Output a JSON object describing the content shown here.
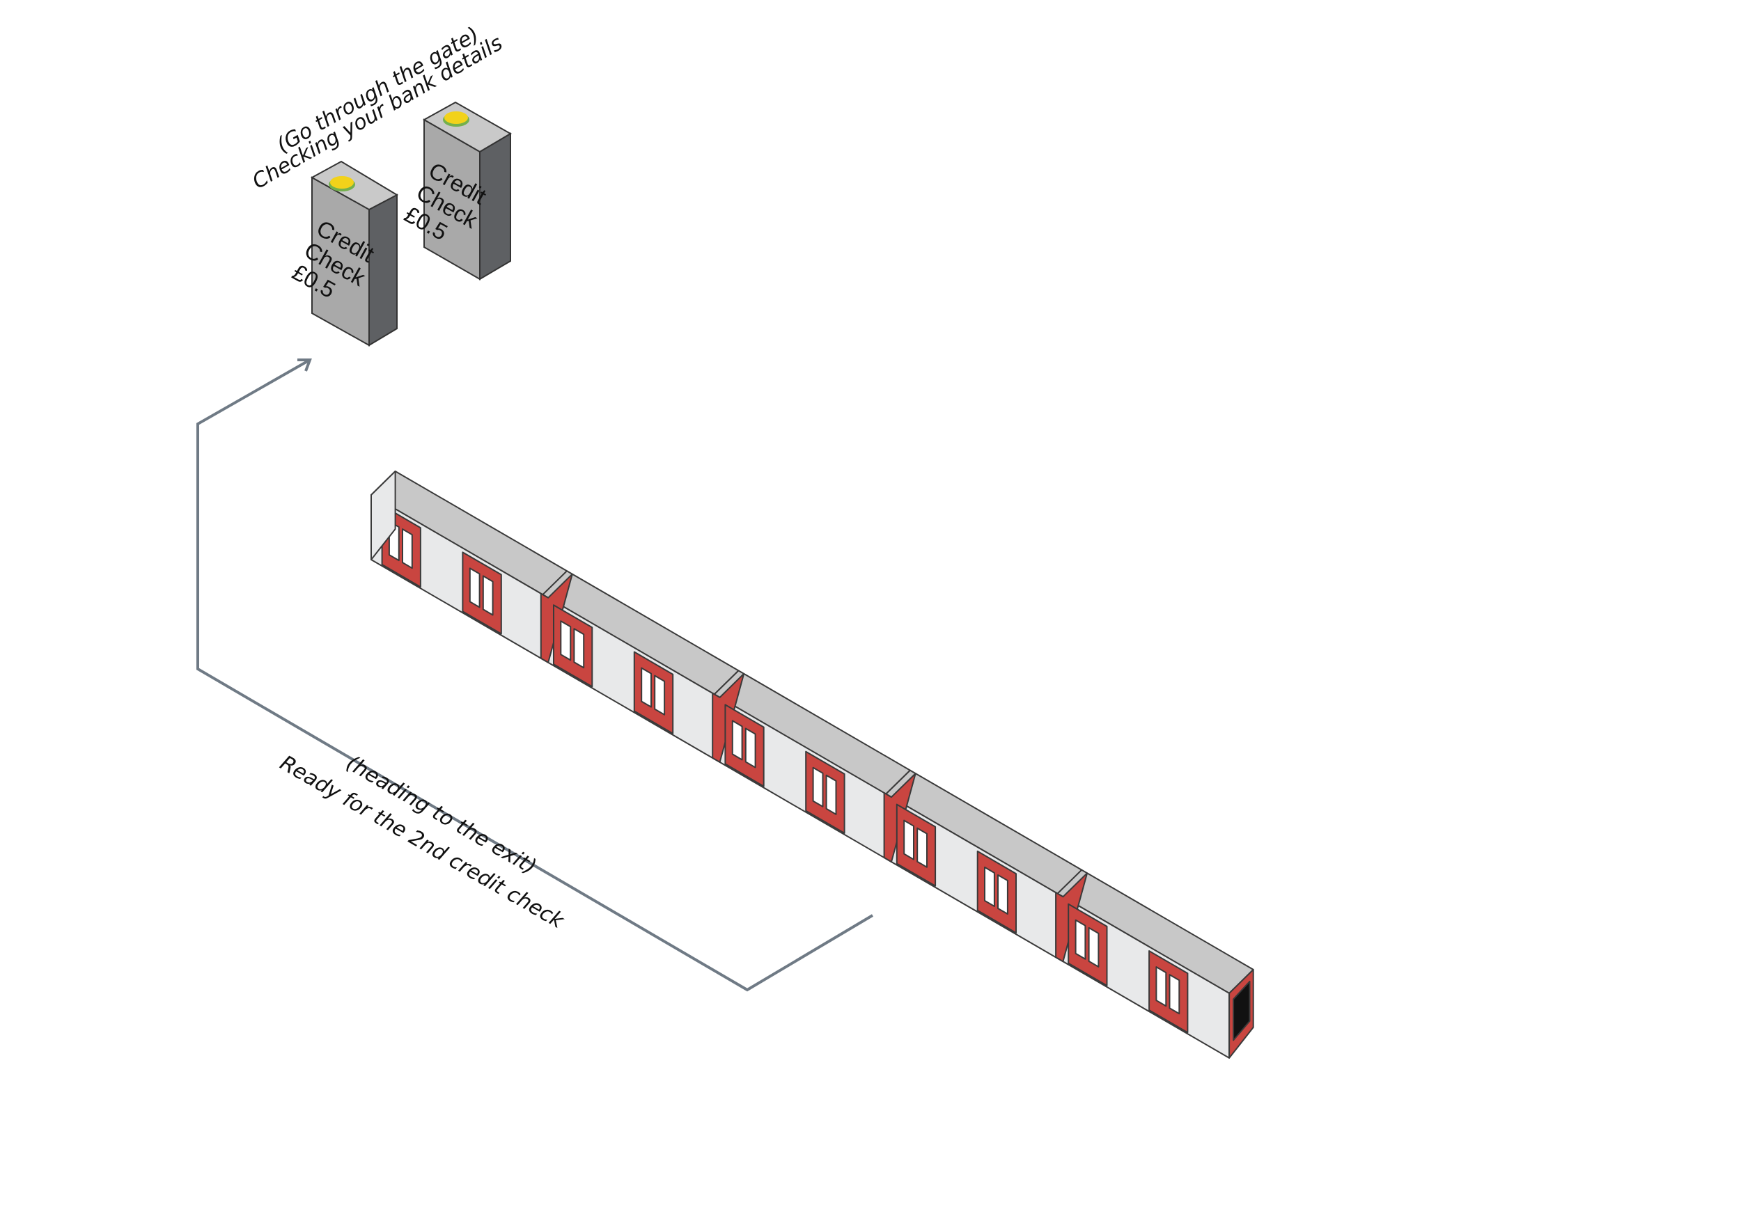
{
  "diagram": {
    "gate_caption": {
      "line1": "(Go through the gate)",
      "line2": "Checking your bank details"
    },
    "exit_caption": {
      "line1": "(heading to the exit)",
      "line2": "Ready for the 2nd credit check"
    },
    "gates": [
      {
        "line1": "Credit",
        "line2": "Check",
        "line3": "£0.5",
        "light": "yellow"
      },
      {
        "line1": "Credit",
        "line2": "Check",
        "line3": "£0.5",
        "light": "yellow"
      }
    ],
    "train": {
      "cars": 5,
      "doors_per_car": 2
    }
  },
  "colors": {
    "train_red": "#c94540",
    "train_body": "#e8e9ea",
    "train_roof": "#c8c8c8",
    "gate_front": "#a9a9a9",
    "gate_side": "#5e6063",
    "gate_top": "#c9c9c9",
    "light_yellow": "#f2d21a",
    "light_green": "#74b04c",
    "arrow": "#6f7a85"
  }
}
